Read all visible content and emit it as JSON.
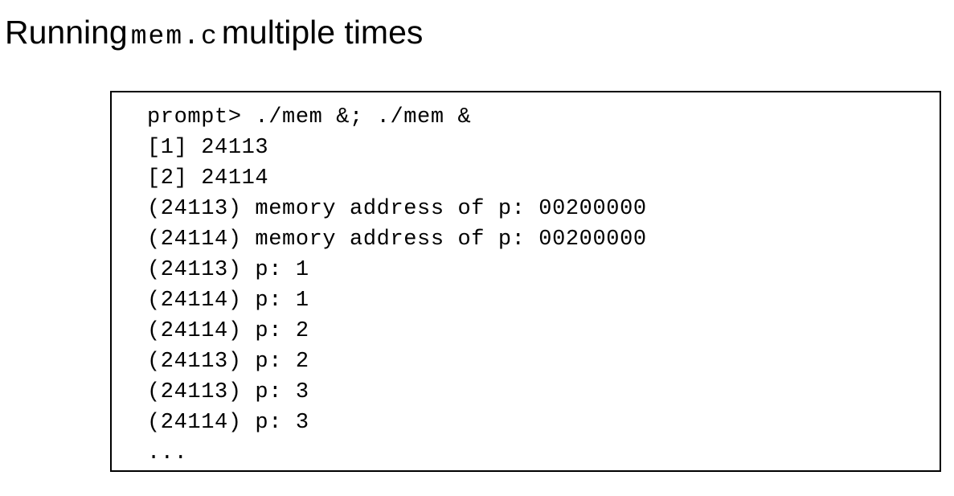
{
  "slide": {
    "title_prefix": "Running",
    "title_code": "mem.c",
    "title_suffix": "multiple times"
  },
  "terminal": {
    "lines": [
      "prompt> ./mem &; ./mem &",
      "[1] 24113",
      "[2] 24114",
      "(24113) memory address of p: 00200000",
      "(24114) memory address of p: 00200000",
      "(24113) p: 1",
      "(24114) p: 1",
      "(24114) p: 2",
      "(24113) p: 2",
      "(24113) p: 3",
      "(24114) p: 3",
      "..."
    ]
  }
}
